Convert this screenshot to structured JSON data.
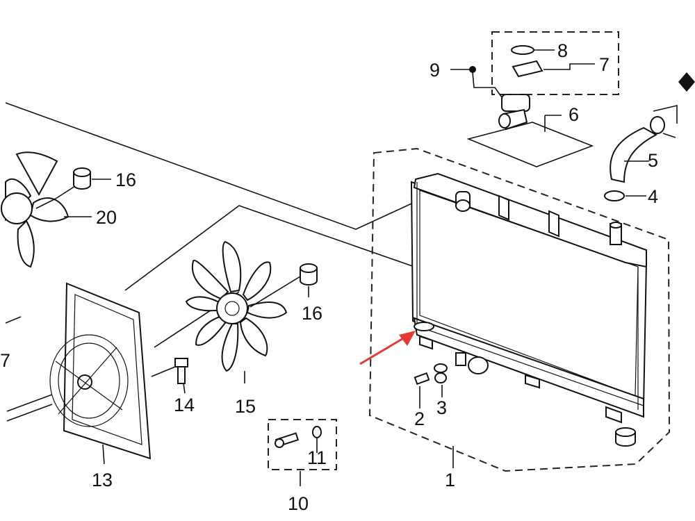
{
  "diagram": {
    "callouts": {
      "c1": "1",
      "c2": "2",
      "c3": "3",
      "c4": "4",
      "c5": "5",
      "c6": "6",
      "c7": "7",
      "c8": "8",
      "c9": "9",
      "c10": "10",
      "c11": "11",
      "c13": "13",
      "c14": "14",
      "c15": "15",
      "c16a": "16",
      "c16b": "16",
      "c20": "20",
      "c7edge": "7"
    },
    "colors": {
      "line": "#111111",
      "arrow": "#e53935",
      "background": "#ffffff"
    }
  }
}
